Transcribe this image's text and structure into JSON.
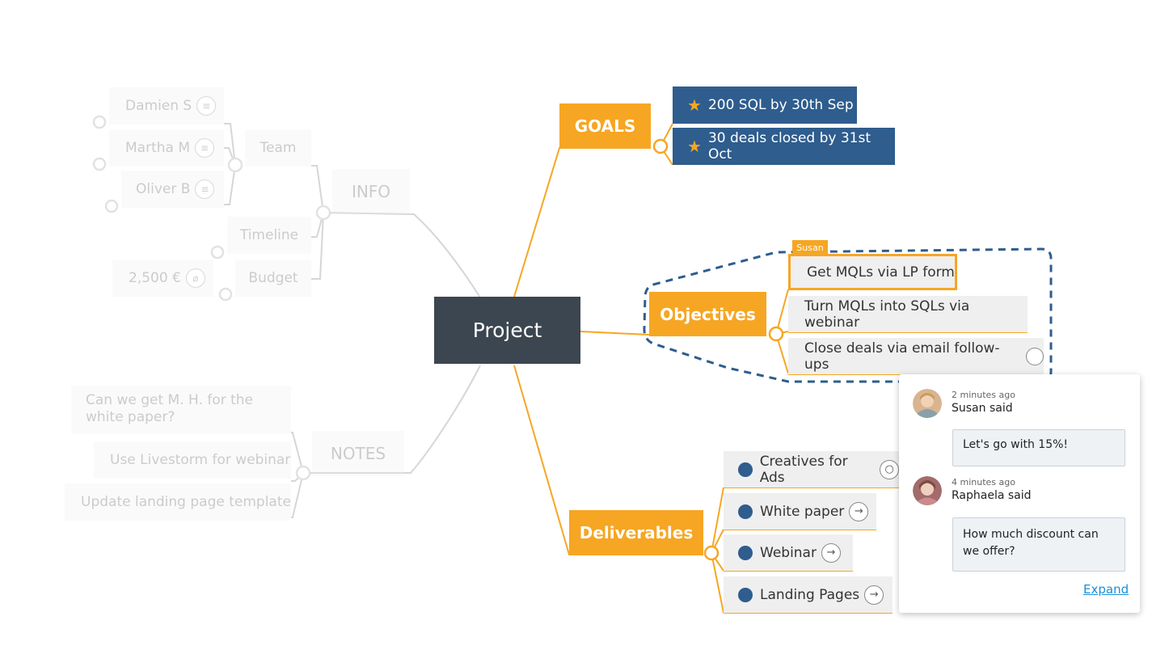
{
  "root": {
    "label": "Project"
  },
  "goals": {
    "label": "GOALS",
    "items": [
      "200 SQL by 30th Sep",
      "30 deals closed by 31st Oct"
    ]
  },
  "objectives": {
    "label": "Objectives",
    "items": [
      "Get MQLs via LP form",
      "Turn MQLs into SQLs via webinar",
      "Close deals via email follow-ups"
    ],
    "collaborator_tag": "Susan"
  },
  "deliverables": {
    "label": "Deliverables",
    "items": [
      "Creatives for Ads",
      "White paper",
      "Webinar",
      "Landing Pages"
    ]
  },
  "info": {
    "label": "INFO",
    "team_label": "Team",
    "team": [
      "Damien S",
      "Martha M",
      "Oliver B"
    ],
    "timeline_label": "Timeline",
    "budget_label": "Budget",
    "budget_value": "2,500 €"
  },
  "notes": {
    "label": "NOTES",
    "items": [
      "Can we get M. H. for the white paper?",
      "Use Livestorm for webinar",
      "Update landing page template"
    ]
  },
  "comments": {
    "items": [
      {
        "time": "2 minutes ago",
        "author": "Susan said",
        "text": "Let's go with 15%!"
      },
      {
        "time": "4 minutes ago",
        "author": "Raphaela said",
        "text": "How much discount can we offer?"
      }
    ],
    "expand_label": "Expand"
  },
  "colors": {
    "orange": "#f6a623",
    "navy": "#2e5d8e",
    "root": "#3c4650",
    "dashed": "#2e5d8e"
  },
  "icons": [
    "star-icon",
    "note-icon",
    "comment-icon",
    "arrow-right-icon",
    "attachment-icon"
  ]
}
